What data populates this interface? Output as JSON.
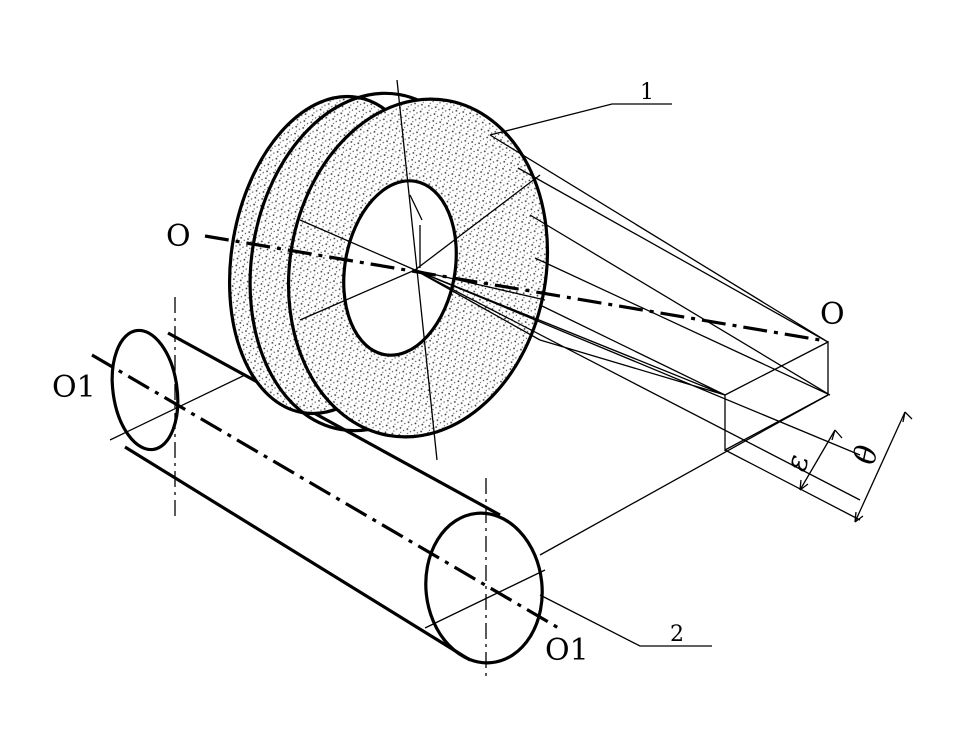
{
  "labels": {
    "wheel_axis_left": "O",
    "wheel_axis_right": "O",
    "cylinder_axis_left": "O1",
    "cylinder_axis_right": "O1",
    "callout_1": "1",
    "callout_2": "2",
    "angle_epsilon": "ε",
    "angle_theta": "θ"
  },
  "colors": {
    "ink": "#000000",
    "background": "#ffffff",
    "stipple": "#c8c8c8"
  }
}
